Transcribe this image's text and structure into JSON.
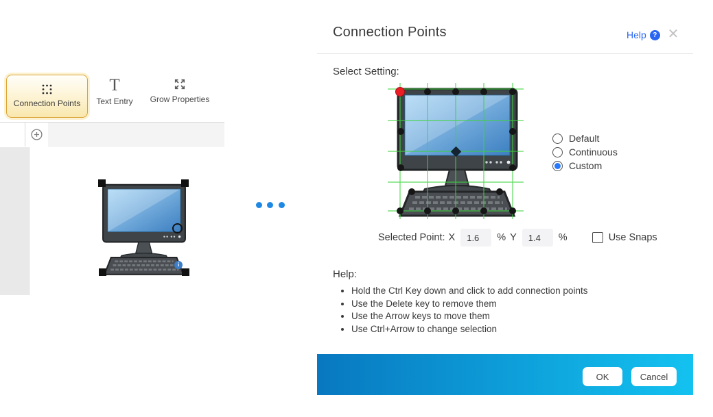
{
  "toolbar": {
    "connection_points_label": "Connection Points",
    "text_entry_label": "Text Entry",
    "text_entry_glyph": "T",
    "grow_properties_label": "Grow Properties"
  },
  "dialog": {
    "title": "Connection Points",
    "help_link": "Help",
    "help_icon_glyph": "?",
    "close_glyph": "✕",
    "select_setting_label": "Select Setting:",
    "options": [
      {
        "label": "Default",
        "selected": false
      },
      {
        "label": "Continuous",
        "selected": false
      },
      {
        "label": "Custom",
        "selected": true
      }
    ],
    "selected_point": {
      "label": "Selected Point:",
      "x_label": "X",
      "x_value": "1.6",
      "x_unit": "%",
      "y_label": "Y",
      "y_value": "1.4",
      "y_unit": "%"
    },
    "use_snaps": {
      "label": "Use Snaps",
      "checked": false
    },
    "help_section": {
      "title": "Help:",
      "items": [
        "Hold the Ctrl Key down and click to add connection points",
        "Use the Delete key to remove them",
        "Use the Arrow keys to move them",
        "Use Ctrl+Arrow to change selection"
      ]
    },
    "footer": {
      "ok_label": "OK",
      "cancel_label": "Cancel"
    }
  },
  "canvas": {
    "shape_name": "computer-workstation",
    "info_badge_glyph": "i"
  },
  "colors": {
    "accent_blue": "#2a66f2",
    "radio_selected_blue": "#2979ff",
    "footer_gradient_start": "#0878c0",
    "footer_gradient_end": "#13c2f0",
    "active_tool_border": "#dba437",
    "active_tool_fill": "#f9e7ad",
    "grid_green": "#3ed43e",
    "selected_point_red": "#ec1c24",
    "connection_dot_black": "#161616",
    "canvas_hint_dot_blue": "#1e88e5"
  }
}
